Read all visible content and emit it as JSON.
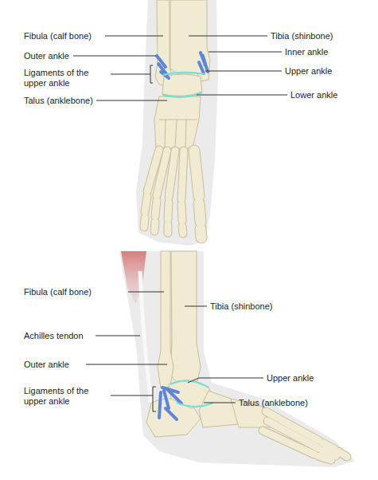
{
  "diagram": {
    "labels": [
      "Fibula (calf bone)",
      "Tibia (shinbone)",
      "Outer ankle",
      "Inner ankle",
      "Ligaments of the upper ankle",
      "Upper ankle",
      "Talus (anklebone)",
      "Lower ankle",
      "Fibula (calf bone)",
      "Tibia (shinbone)",
      "Achilles tendon",
      "Outer ankle",
      "Upper ankle",
      "Ligaments of the upper ankle",
      "Talus (anklebone)"
    ]
  }
}
